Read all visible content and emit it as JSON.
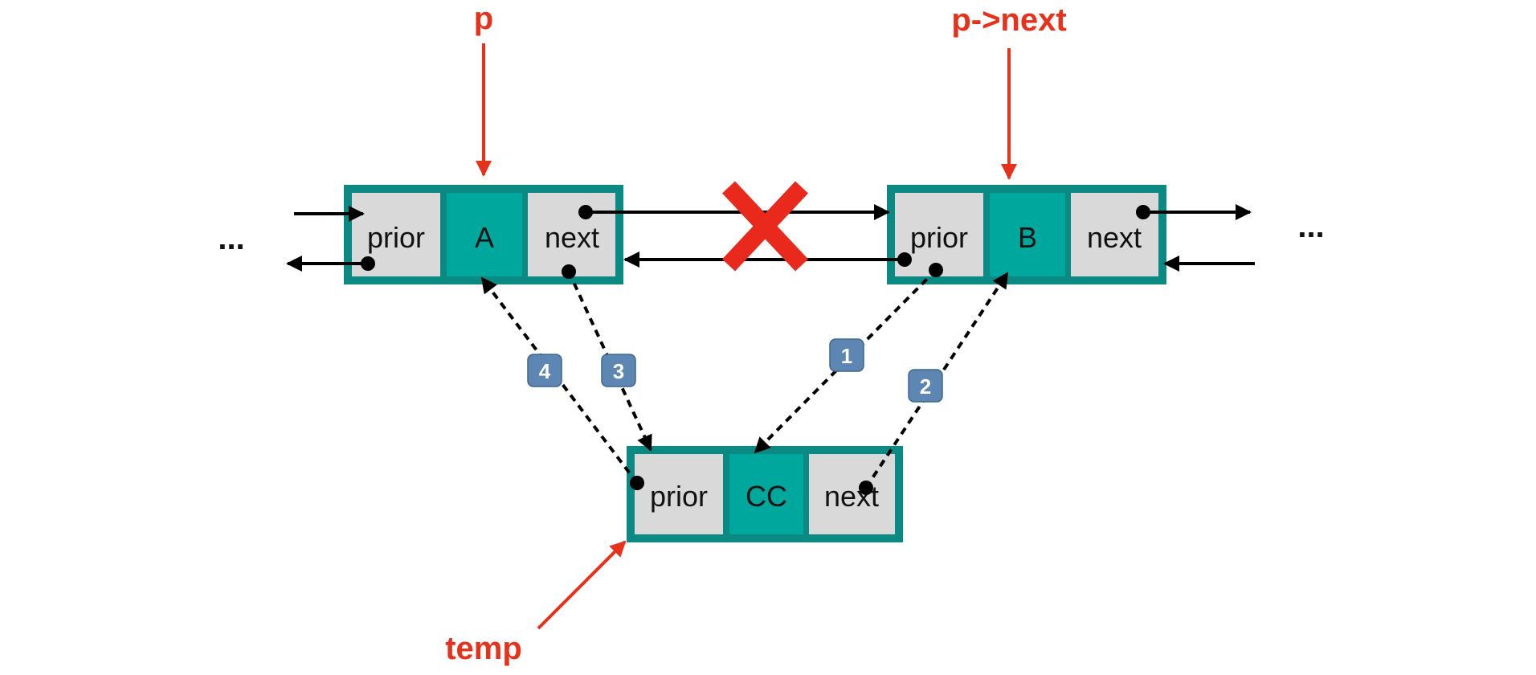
{
  "pointers": {
    "p": "p",
    "p_next": "p->next",
    "temp": "temp"
  },
  "ellipsis": {
    "left": "...",
    "right": "..."
  },
  "nodes": {
    "a": {
      "prior": "prior",
      "data": "A",
      "next": "next"
    },
    "b": {
      "prior": "prior",
      "data": "B",
      "next": "next"
    },
    "cc": {
      "prior": "prior",
      "data": "CC",
      "next": "next"
    }
  },
  "steps": [
    "1",
    "2",
    "3",
    "4"
  ],
  "colors": {
    "node_border": "#0a8a82",
    "data_cell": "#00a79d",
    "field_cell": "#d9d9d9",
    "pointer_red": "#e8311a",
    "step_badge": "#5d86b3"
  }
}
